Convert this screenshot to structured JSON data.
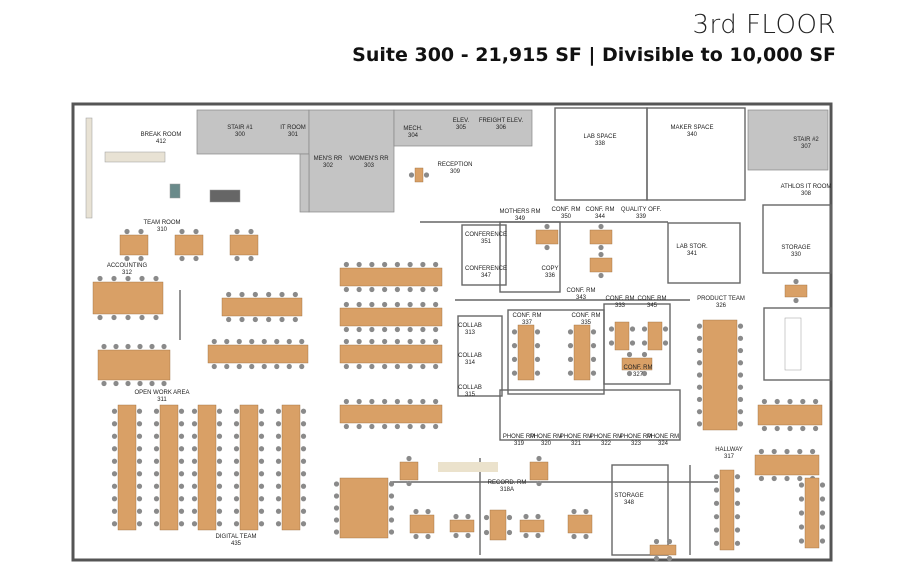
{
  "header": {
    "floor": "3rd FLOOR",
    "suite": "Suite 300 - 21,915 SF | Divisible to 10,000 SF"
  },
  "rooms": {
    "break_room": {
      "name": "BREAK ROOM",
      "num": "412"
    },
    "stair1": {
      "name": "STAIR #1",
      "num": "300"
    },
    "it_room": {
      "name": "IT ROOM",
      "num": "301"
    },
    "mens_rr": {
      "name": "MEN'S RR",
      "num": "302"
    },
    "womens_rr": {
      "name": "WOMEN'S RR",
      "num": "303"
    },
    "mech": {
      "name": "MECH.",
      "num": "304"
    },
    "elev": {
      "name": "ELEV.",
      "num": "305"
    },
    "freight": {
      "name": "FREIGHT ELEV.",
      "num": "306"
    },
    "reception": {
      "name": "RECEPTION",
      "num": "309"
    },
    "lab_space": {
      "name": "LAB SPACE",
      "num": "338"
    },
    "maker_space": {
      "name": "MAKER SPACE",
      "num": "340"
    },
    "stair2": {
      "name": "STAIR #2",
      "num": "307"
    },
    "athlos_it": {
      "name": "ATHLOS IT ROOM",
      "num": "308"
    },
    "team_room": {
      "name": "TEAM ROOM",
      "num": "310"
    },
    "accounting": {
      "name": "ACCOUNTING",
      "num": "312"
    },
    "mothers_rm": {
      "name": "MOTHERS RM",
      "num": "349"
    },
    "conf_350": {
      "name": "CONF. RM",
      "num": "350"
    },
    "conf_344": {
      "name": "CONF. RM",
      "num": "344"
    },
    "quality_off": {
      "name": "QUALITY OFF.",
      "num": "339"
    },
    "conference_351": {
      "name": "CONFERENCE",
      "num": "351"
    },
    "conference_347": {
      "name": "CONFERENCE",
      "num": "347"
    },
    "copy": {
      "name": "COPY",
      "num": "336"
    },
    "lab_stor": {
      "name": "LAB STOR.",
      "num": "341"
    },
    "storage_330": {
      "name": "STORAGE",
      "num": "330"
    },
    "conf_343": {
      "name": "CONF. RM",
      "num": "343"
    },
    "conf_333": {
      "name": "CONF. RM",
      "num": "333"
    },
    "conf_345": {
      "name": "CONF. RM",
      "num": "345"
    },
    "product_team": {
      "name": "PRODUCT TEAM",
      "num": "326"
    },
    "conf_337": {
      "name": "CONF. RM",
      "num": "337"
    },
    "conf_335": {
      "name": "CONF. RM",
      "num": "335"
    },
    "collab_313": {
      "name": "COLLAB",
      "num": "313"
    },
    "collab_314": {
      "name": "COLLAB",
      "num": "314"
    },
    "collab_315": {
      "name": "COLLAB",
      "num": "315"
    },
    "conf_327": {
      "name": "CONF. RM",
      "num": "327"
    },
    "open_work": {
      "name": "OPEN WORK AREA",
      "num": "311"
    },
    "phone_319": {
      "name": "PHONE RM",
      "num": "319"
    },
    "phone_320": {
      "name": "PHONE RM",
      "num": "320"
    },
    "phone_321": {
      "name": "PHONE RM",
      "num": "321"
    },
    "phone_322": {
      "name": "PHONE RM",
      "num": "322"
    },
    "phone_323": {
      "name": "PHONE RM",
      "num": "323"
    },
    "phone_324": {
      "name": "PHONE RM",
      "num": "324"
    },
    "hallway": {
      "name": "HALLWAY",
      "num": "317"
    },
    "record_rm": {
      "name": "RECORD. RM",
      "num": "318A"
    },
    "storage_348": {
      "name": "STORAGE",
      "num": "348"
    },
    "digital_team": {
      "name": "DIGITAL TEAM",
      "num": "435"
    }
  },
  "colors": {
    "wall": "#555555",
    "core": "#c4c4c4",
    "desk": "#d9a066",
    "chair": "#8a8a8a"
  }
}
